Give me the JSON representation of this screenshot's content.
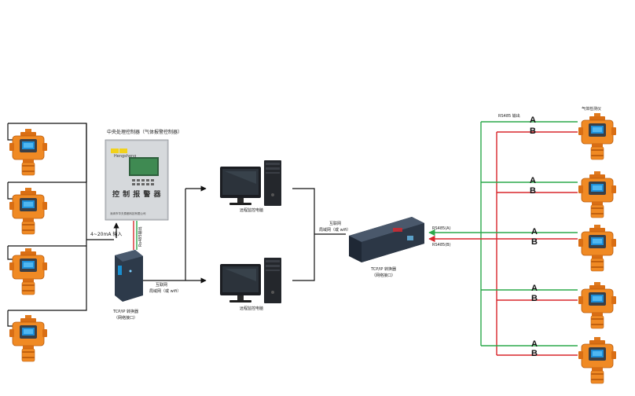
{
  "controller": {
    "title": "中央处理控制器（气体报警控制器）",
    "panel_text": "控 制 报 警 器",
    "brand_tag": "Hengsheng",
    "company": "深圳市华夫泰都科技有限公司"
  },
  "input_label": "4~20mA 输入",
  "rs485_vertical": "Rs485输出",
  "converter_left": {
    "name": "TCP/IP 转换器",
    "sub": "（网络接口）"
  },
  "network_left": {
    "line1": "互联网",
    "line2": "局域网（或 wifi）"
  },
  "pc_label": "远程监控电脑",
  "network_right": {
    "line1": "互联网",
    "line2": "局域网（或 wifi）"
  },
  "converter_right": {
    "name": "TCP/IP 转换器",
    "sub": "（网络接口）"
  },
  "rs485_a": "RS485(A)",
  "rs485_b": "RS485(B)",
  "rs485_output": "RS485 输出",
  "gas_detector_label": "气体检测仪",
  "bus_a": "A",
  "bus_b": "B"
}
